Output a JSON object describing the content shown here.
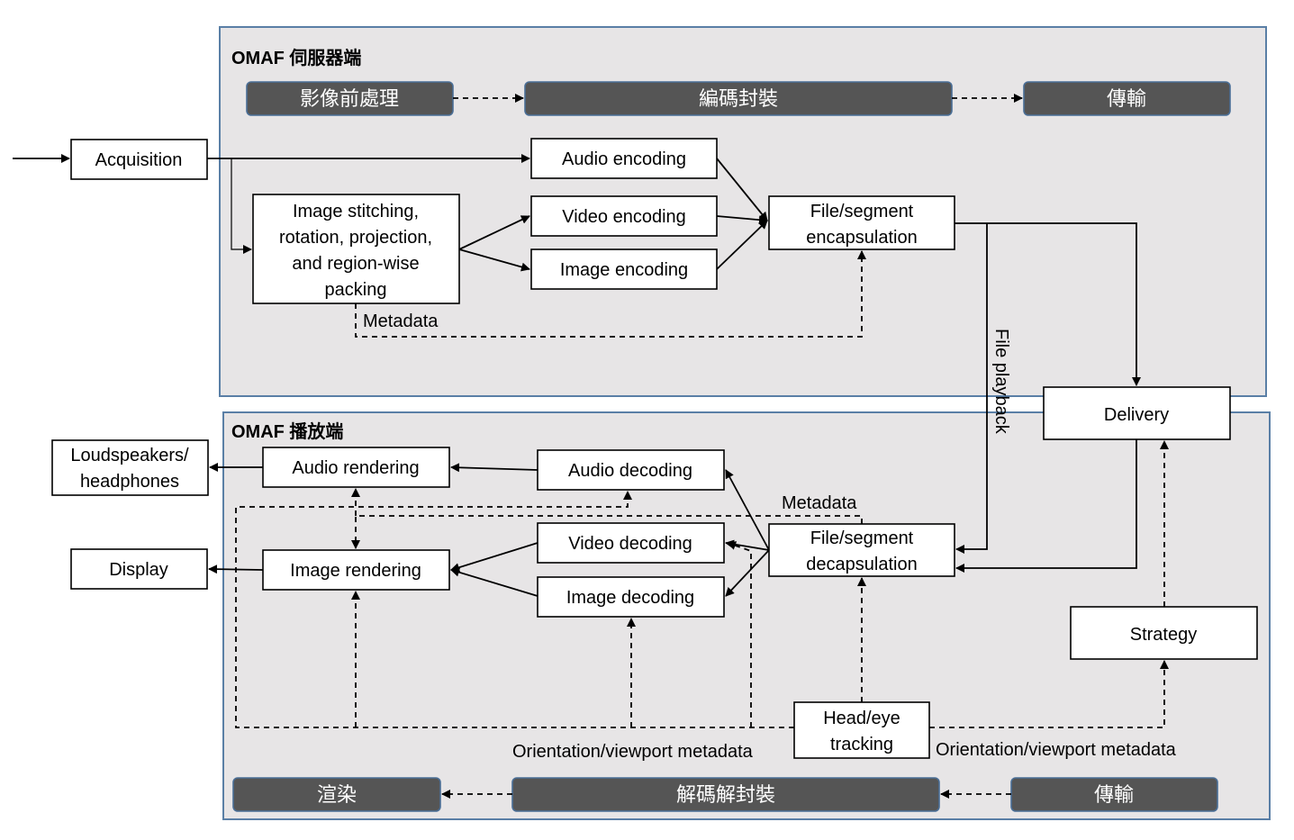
{
  "server": {
    "title": "OMAF 伺服器端",
    "stages": [
      "影像前處理",
      "編碼封裝",
      "傳輸"
    ]
  },
  "player": {
    "title": "OMAF 播放端",
    "stages": [
      "渲染",
      "解碼解封裝",
      "傳輸"
    ]
  },
  "nodes": {
    "acquisition": "Acquisition",
    "stitching": [
      "Image stitching,",
      "rotation, projection,",
      "and region-wise",
      "packing"
    ],
    "audio_encoding": "Audio encoding",
    "video_encoding": "Video encoding",
    "image_encoding": "Image encoding",
    "file_encap": [
      "File/segment",
      "encapsulation"
    ],
    "delivery": "Delivery",
    "loudspeakers": [
      "Loudspeakers/",
      "headphones"
    ],
    "display": "Display",
    "audio_rendering": "Audio rendering",
    "image_rendering": "Image rendering",
    "audio_decoding": "Audio decoding",
    "video_decoding": "Video decoding",
    "image_decoding": "Image decoding",
    "file_decap": [
      "File/segment",
      "decapsulation"
    ],
    "strategy": "Strategy",
    "head_eye": [
      "Head/eye",
      "tracking"
    ]
  },
  "labels": {
    "metadata_server": "Metadata",
    "metadata_player": "Metadata",
    "file_playback": "File playback",
    "orientation_left": "Orientation/viewport metadata",
    "orientation_right": "Orientation/viewport metadata"
  },
  "colors": {
    "panel_fill": "#e7e5e6",
    "panel_border": "#5a7fa6",
    "stage_band": "#555555"
  }
}
